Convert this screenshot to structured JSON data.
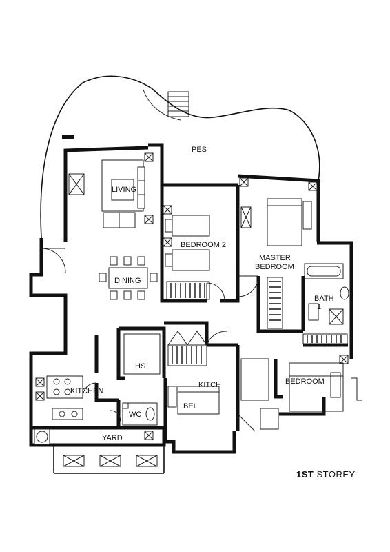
{
  "plan": {
    "storey_label_bold": "1ST",
    "storey_label_rest": " STOREY",
    "rooms": {
      "pes": "PES",
      "living": "LIVING",
      "dining": "DINING",
      "bedroom2": "BEDROOM 2",
      "master_line1": "MASTER",
      "master_line2": "BEDROOM",
      "bath_line1": "BATH",
      "bath_line2": "1",
      "hs": "HS",
      "kitchen": "KITCHEN",
      "wc": "WC",
      "yard": "YARD",
      "kitchen2": "KITCH",
      "bedroom_lower": "BEL",
      "bedroom_lower_partial": "BEDROOM"
    }
  }
}
